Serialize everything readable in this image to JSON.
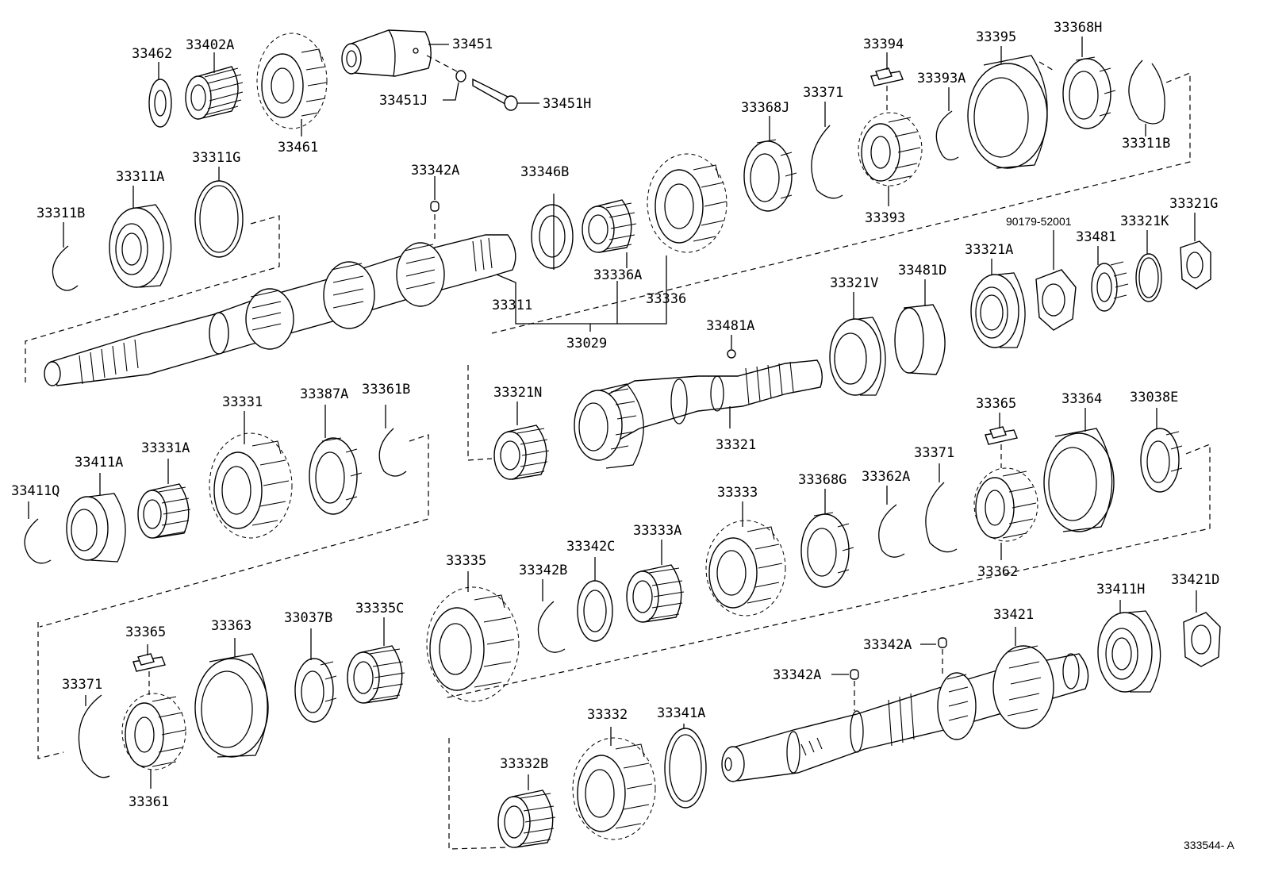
{
  "figure_code": "333544- A",
  "labels": {
    "l33462": "33462",
    "l33402A": "33402A",
    "l33451": "33451",
    "l33451J": "33451J",
    "l33451H": "33451H",
    "l33461": "33461",
    "l33394": "33394",
    "l33395": "33395",
    "l33368H": "33368H",
    "l33393A": "33393A",
    "l33368J": "33368J",
    "l33371a": "33371",
    "l33311Bt": "33311B",
    "l33393": "33393",
    "l33311A": "33311A",
    "l33311G": "33311G",
    "l33342A1": "33342A",
    "l33346B": "33346B",
    "l33311Bl": "33311B",
    "l33336A": "33336A",
    "l33336": "33336",
    "l33311": "33311",
    "l33029": "33029",
    "l90179": "90179-52001",
    "l33321G": "33321G",
    "l33321K": "33321K",
    "l33481": "33481",
    "l33321A": "33321A",
    "l33481D": "33481D",
    "l33321V": "33321V",
    "l33481A": "33481A",
    "l33321N": "33321N",
    "l33321": "33321",
    "l33331": "33331",
    "l33387A": "33387A",
    "l33361B": "33361B",
    "l33411A": "33411A",
    "l33331A": "33331A",
    "l33411Q": "33411Q",
    "l33365a": "33365",
    "l33364": "33364",
    "l33038E": "33038E",
    "l33371b": "33371",
    "l33333": "33333",
    "l33368G": "33368G",
    "l33362A": "33362A",
    "l33362": "33362",
    "l33335": "33335",
    "l33342C": "33342C",
    "l33333A": "33333A",
    "l33342B": "33342B",
    "l33365b": "33365",
    "l33363": "33363",
    "l33037B": "33037B",
    "l33335C": "33335C",
    "l33371c": "33371",
    "l33361": "33361",
    "l33421": "33421",
    "l33411H": "33411H",
    "l33421D": "33421D",
    "l33342A2": "33342A",
    "l33342A3": "33342A",
    "l33332": "33332",
    "l33341A": "33341A",
    "l33332B": "33332B"
  }
}
